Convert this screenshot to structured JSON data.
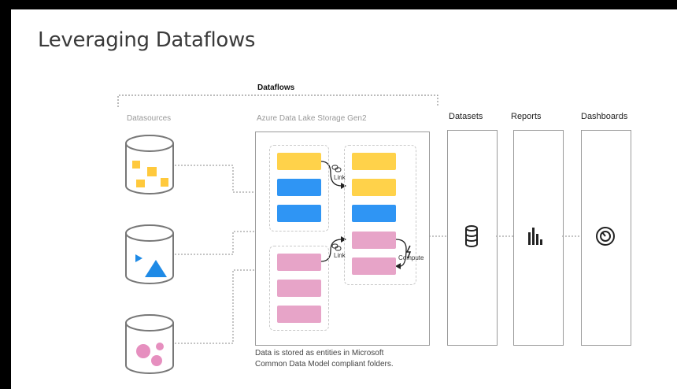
{
  "slide": {
    "title": "Leveraging Dataflows",
    "dataflows_label": "Dataflows",
    "datasources_label": "Datasources",
    "storage_label": "Azure Data Lake Storage Gen2",
    "columns": [
      "Datasets",
      "Reports",
      "Dashboards"
    ],
    "link_label_1": "Link",
    "link_label_2": "Link",
    "compute_label": "Compute",
    "note_line1": "Data is stored as entities in Microsoft",
    "note_line2": "Common Data Model compliant folders."
  },
  "colors": {
    "entity_yellow": "#ffd24a",
    "entity_blue": "#2f95f4",
    "entity_pink": "#e7a4c8"
  },
  "icons": [
    "database-icon",
    "bar-chart-icon",
    "gauge-icon",
    "chain-link-icon"
  ]
}
